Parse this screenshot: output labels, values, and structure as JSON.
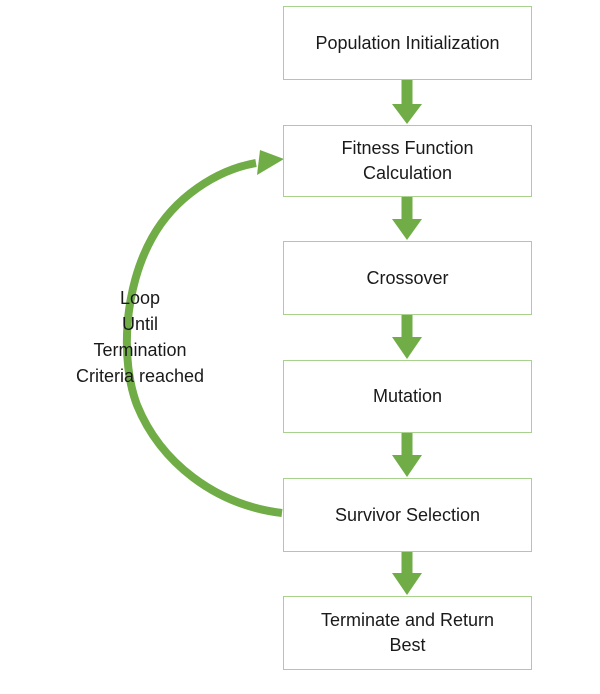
{
  "diagram": {
    "type": "flowchart",
    "nodes": [
      {
        "id": "population-initialization",
        "label": "Population Initialization"
      },
      {
        "id": "fitness-function-calculation",
        "label": [
          "Fitness Function",
          "Calculation"
        ]
      },
      {
        "id": "crossover",
        "label": "Crossover"
      },
      {
        "id": "mutation",
        "label": "Mutation"
      },
      {
        "id": "survivor-selection",
        "label": "Survivor Selection"
      },
      {
        "id": "terminate-and-return-best",
        "label": [
          "Terminate and Return",
          "Best"
        ]
      }
    ],
    "loop_label": {
      "lines": [
        "Loop",
        "Until",
        "Termination",
        "Criteria reached"
      ]
    },
    "colors": {
      "arrow": "#70AD47",
      "box_border": "#A9D18E",
      "text": "#1a1a1a",
      "background": "#ffffff"
    }
  }
}
